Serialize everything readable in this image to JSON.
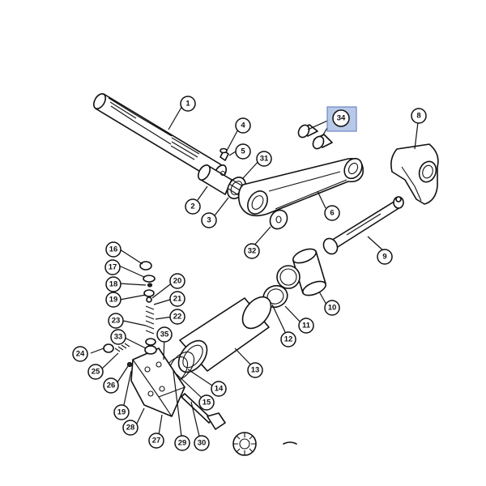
{
  "diagram": {
    "highlight_color": "#b8c9e8",
    "callouts": [
      {
        "id": "1",
        "label": "1"
      },
      {
        "id": "2",
        "label": "2"
      },
      {
        "id": "3",
        "label": "3"
      },
      {
        "id": "4",
        "label": "4"
      },
      {
        "id": "5",
        "label": "5"
      },
      {
        "id": "6",
        "label": "6"
      },
      {
        "id": "8",
        "label": "8"
      },
      {
        "id": "9",
        "label": "9"
      },
      {
        "id": "10",
        "label": "10"
      },
      {
        "id": "11",
        "label": "11"
      },
      {
        "id": "12",
        "label": "12"
      },
      {
        "id": "13",
        "label": "13"
      },
      {
        "id": "14",
        "label": "14"
      },
      {
        "id": "15",
        "label": "15"
      },
      {
        "id": "16",
        "label": "16"
      },
      {
        "id": "17",
        "label": "17"
      },
      {
        "id": "18",
        "label": "18"
      },
      {
        "id": "19a",
        "label": "19"
      },
      {
        "id": "19b",
        "label": "19"
      },
      {
        "id": "20",
        "label": "20"
      },
      {
        "id": "21",
        "label": "21"
      },
      {
        "id": "22",
        "label": "22"
      },
      {
        "id": "23",
        "label": "23"
      },
      {
        "id": "24",
        "label": "24"
      },
      {
        "id": "25",
        "label": "25"
      },
      {
        "id": "26",
        "label": "26"
      },
      {
        "id": "27",
        "label": "27"
      },
      {
        "id": "28",
        "label": "28"
      },
      {
        "id": "29",
        "label": "29"
      },
      {
        "id": "30",
        "label": "30"
      },
      {
        "id": "31",
        "label": "31"
      },
      {
        "id": "32",
        "label": "32"
      },
      {
        "id": "33",
        "label": "33"
      },
      {
        "id": "34",
        "label": "34",
        "highlighted": true
      },
      {
        "id": "35",
        "label": "35"
      }
    ]
  }
}
